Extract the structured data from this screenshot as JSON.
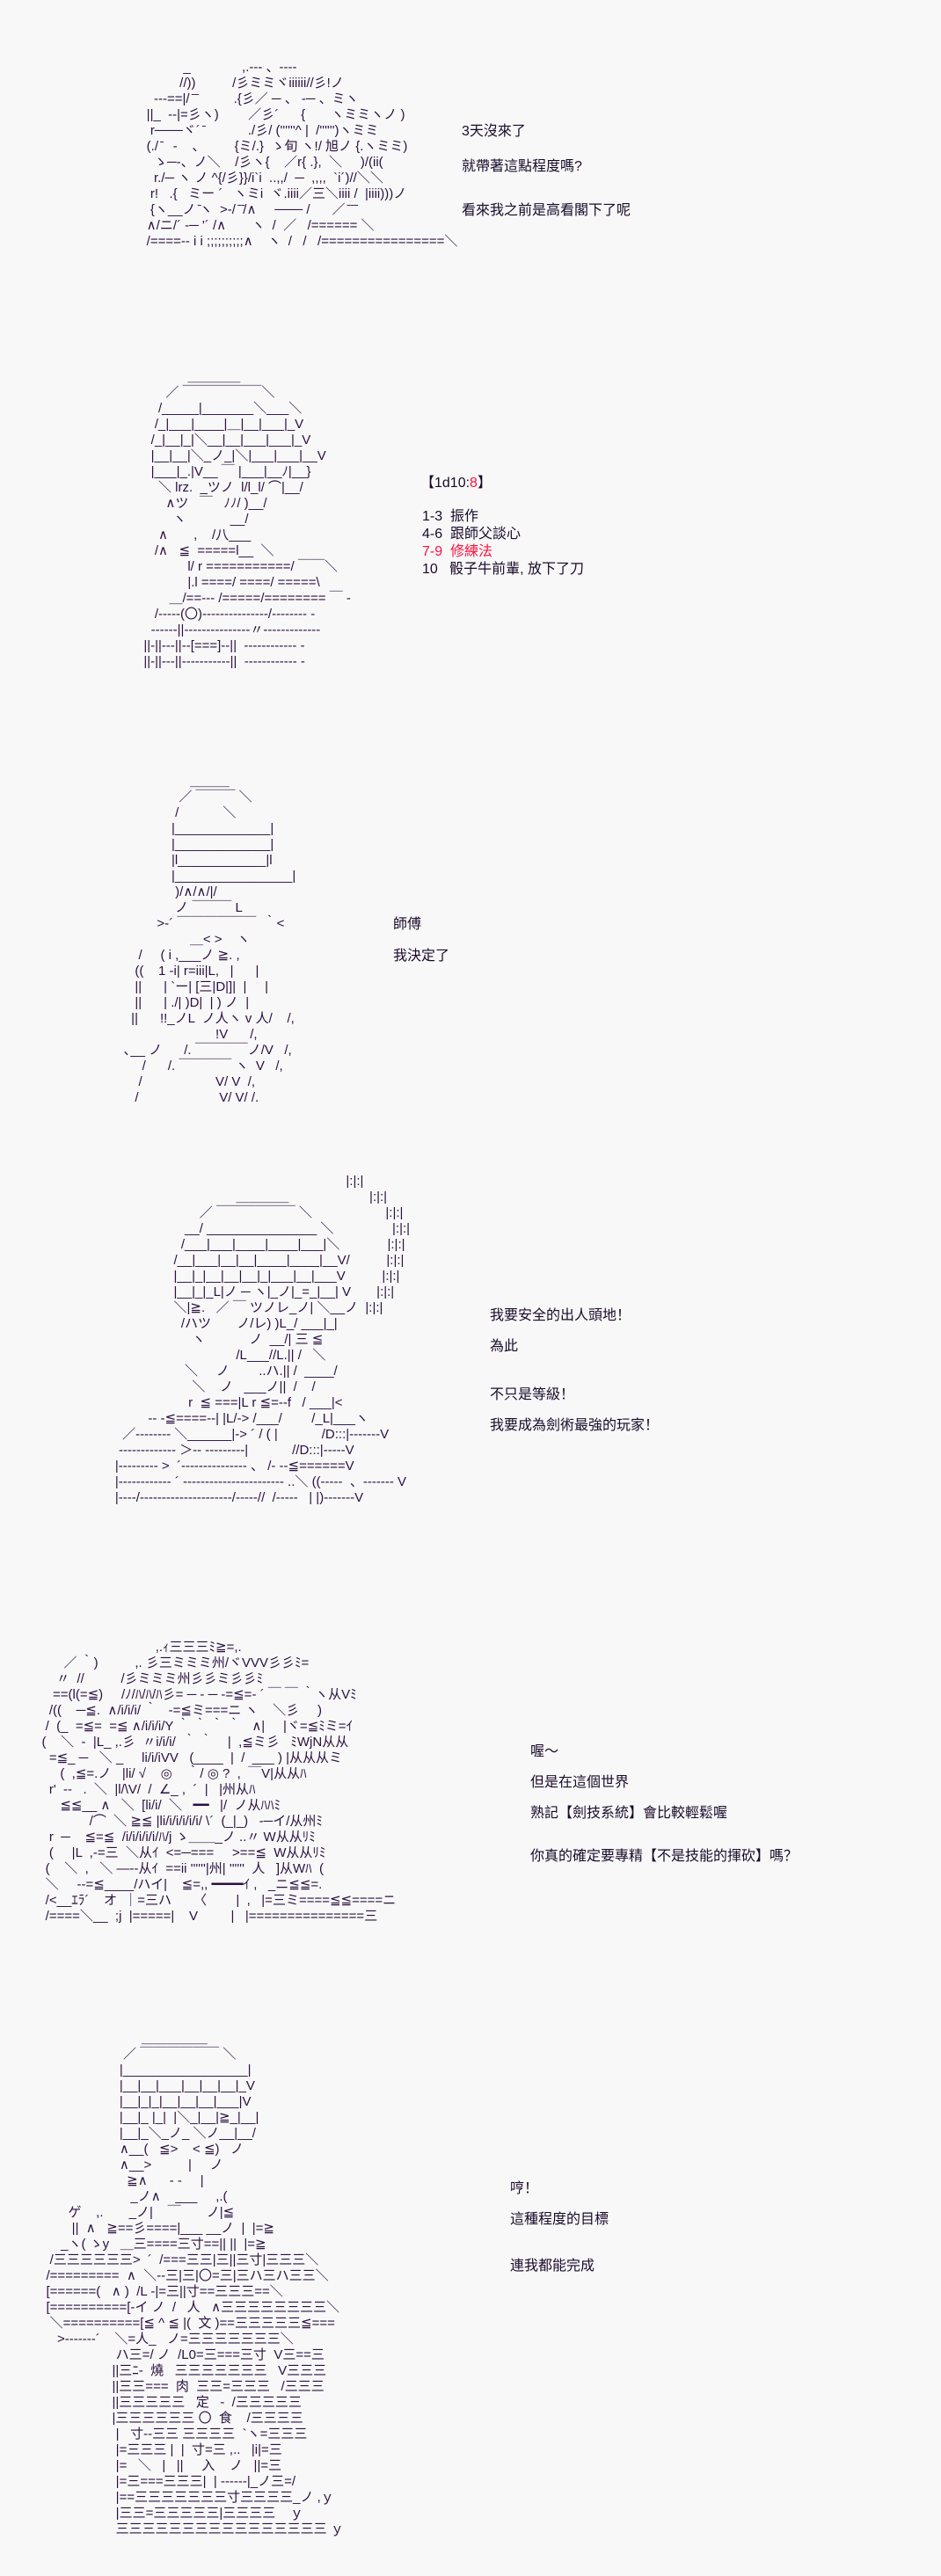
{
  "panels": [
    {
      "art": "              _              ,.--- 、----\n             //))          /彡ミミヾiiiiii//彡!ノ\n      ---==|/ ̄ ̄          .{彡／ ─ 、 -─ 、ミヽ\n    ||_  -‐|=彡ヽ)        ／彡´      {       ヽミミヽノ )\n     r───ヾ´ ̄            ./彡/ (''''''^ |  /'''''')ヽミミ\n    (./ ̄   -    、        {ミ/.}  ゝ旬 ヽ!/ 旭ノ {.ヽミミ)\n      ゝ─-、ノ＼    /彡ヽ{    ／r{ .},  ＼     )/(ii(\n      r./─ ヽ ノ ^{/彡}}/i`i  ..,,/  ─  ,,,,  `i´)//＼＼\n     r!   .{   ミー ´   ヽミi  ヾ.iiii／三＼iiii /  |iiii)))ノ\n     {ヽ__ノ ̄ヽ  >-/ ̄ ̄/∧     ─── /      ／ ̄ ̄ ̄\n    ∧/ニ/´ -─ '´ /∧       ヽ  /  ／   /====== ＼\n    /====-- i i ;;;;;;;;;;∧    ヽ  /   /   /================＼",
      "lines": [
        "3天沒來了",
        "就帶著這點程度嗎?",
        "看來我之前是高看閣下了呢"
      ]
    },
    {
      "art": "                    ＿＿＿＿\n              ／ ￣￣￣￣￣￣＼\n            /_____|_______＼___＼\n           /_|___|____|＿|__|___|_V\n          /_|__|_|＼__|__|___|___|_V\n          |__|__|＼_ノ_|＼|___|___|__V\n          |___|_.|V__ ￣ |___|__ﾉ|__}\n            ＼ lrz.  _ツノ  l/l_l/ ⌒|__/\n              ∧ツ   ￣   ﾉﾉ/ )__/\n                ヽ            __/\n            ∧       ,    /八___\n           /∧   ≦  =====l__  ＼\n                    l/ r ===========/ ￣￣＼\n                    |.l ====/ ====/ =====\\\n               ＿/==--- /=====/======== ￣ -\n           /-----(〇)---------------/-------- -\n          ------||---------------〃-------------\n        ||-||---||--[===]--||  ------------ -\n        ||-||---||-----------||  ------------ -",
      "roll": {
        "prefix": "【1d10:",
        "value": "8",
        "suffix": "】"
      },
      "options": [
        {
          "range": "1-3",
          "text": "振作",
          "highlight": false
        },
        {
          "range": "4-6",
          "text": "跟師父談心",
          "highlight": false
        },
        {
          "range": "7-9",
          "text": "修練法",
          "highlight": true
        },
        {
          "range": "10",
          "text": "骰子牛前輩, 放下了刀",
          "highlight": false
        }
      ]
    },
    {
      "art": "                       ＿＿＿\n                    ／ ￣￣￣ ＼\n                   /            ＼\n                  |_____________|\n                  |_____________|\n                  |l____________|l\n                  |________________|\n                   )/∧/∧/|/\n                   ノ ￣￣￣ L\n              >‐´ ￣￣￣￣￣￣  ｀<\n                       ＿< >    ヽ\n         /     ( i ,___ノ ≧. ,\n        ((    1 -i| r=iii|L,   |      |\n        ||      | `ー| [三|D|]|  |     |\n        ||      | ./| )D|  | ) ノ  |\n       ||      !!_ノL  ノ人ヽ v 人/    /,\n                              !V      /,\n     ､__ ノ      /. ￣￣￣￣ノ/V   /,\n          /      /. ￣￣￣￣ ヽ  V   /,\n         /                    V/ V  /,\n        /                      V/ V/ /.",
      "lines": [
        "師傅",
        "我決定了"
      ]
    },
    {
      "art": "                                                                    |:|:|\n                                      ＿＿＿＿                      |:|:|\n                            ／ ￣￣￣￣￣￣ ＼                    |:|:|\n                        __/ _______________ ＼                |:|:|\n                       /___|___|____|____|___|＼             |:|:|\n                     /__|___|__|__|____|____|__V/          |:|:|\n                     |__|_|__|__|__|_|___|__|___V          |:|:|\n                     |__|_|_L|ノ ─ ヽ|_ノ|_=_|__| V       |:|:|\n                     ＼|≧.   ／ ￣ ツノレ_ノ| ＼__ノ  |:|:|\n                       /ハツ       ノ/レ) )L_/ ___|_|\n                          ヽ            ノ  __/| 三 ≦\n                                      /L___//L.|| /   ＼\n                        ＼     ノ        ..ハ.|| /  ____/\n                          ＼    ノ   ___ノ||  /    /\n                         r  ≦ ===|L r ≦=--f   / ___|<\n              -- -≦====--| |L/-> /___/        /_L|___ヽ\n       ／-------- ＼______|-> ´ / ( |            /D:::|-------V\n      ------------- ＞-- ---------|            //D:::|-----V\n     |--------- >  ´--------------- 、 /- --≦======V\n     |------------ ´ ----------------------- ..＼ ((-----  、------- V\n     |----/---------------------/-----//  /-----   | |)-------V",
      "lines": [
        "我要安全的出人頭地！",
        "為此",
        "不只是等級！",
        "我要成為劍術最強的玩家！"
      ]
    },
    {
      "art": "                                  ,.ｨ三三三ﾐ≧=,.\n         ／ ｀)          ,. 彡三ミミミ州/ヾVVV彡彡ﾐ=\n       〃  //          /彡ミミミ州彡彡ミ彡彡ﾐ\n      ==(l(=≦)     /ﾉ/ﾊ/ﾊ/ﾊ彡= ─ - ─ ‐=≦=- ´ ￣ ￣ ｀ヽ从Vﾐ\n     /((    ─≦.  ∧/i/i/i/ ｀   -=≦ミ===ニ ヽ    ＼彡     )\n    /  (_  =≦=  =≦ ∧/i/i/i/Y ｀ ｀ ｀ ｀   ∧|     |ヾ=≦ﾐミ=ｲ\n   (    ＼  -  |L_ ,.彡  〃i/i/i/  ｀ ｀    |  ,≦ミ彡   ﾐWjN从从\n     =≦_ ─   ＼ _     li/i/iVV   (____  |  /  ___ ) |从从从ミ\n        (  ,≦=.ノ   |li/ √    ◎    ｀/ ◎ ?  ,  ￣V|从从ﾊ\n     r'  ‐‐   .  ＼  |l/\\V/  /  ∠_ ,  ´  |   |州从ﾊ\n        ≦≦__ ∧   ＼  [li/i/  ＼   ━━   |/  ノ从ﾊﾊﾐ\n                /⌒  ＼ ≧≦ |li/i/i/i/i/i/ \\´  (_|_)   -─イ/从州ﾐ\n     r  ─    ≦=≦  /i/i/i/i/i/ﾊ/j ゝ＿＿_ノ ..〃 W从从ﾘﾐ\n     (     |L  ,-=三  ＼从ｲ  <=─===     >==≦  W从从ﾘﾐ\n    (    ＼  ,   ＼ ―‐‐从ｲ  ==ii ''''''|州| ''''''  人   ]从Wﾊ  (\n    ＼     ‐‐=≦____/ハイ|    ≦=,, ━━━━ｲ ,   _ニ≦≦=.\n    /<__ｴﾗ´    オ  ｜=三ハ      〈        |  ,   |=三ミ====≦≦====ニ\n    /====＼__  ;j  |=====|    V         |   |===============三",
      "lines": [
        "喔〜",
        "但是在這個世界",
        "熟記【劍技系統】會比較輕鬆喔",
        "你真的確定要專精【不是技能的揮砍】嗎？"
      ]
    },
    {
      "art": "                             ＿＿＿＿＿\n                        ／ ￣￣￣￣￣￣ ＼\n                       |_________________|\n                       |__|__|___|__|__|__|_V\n                       |__|_|_|__|__|__|___|V\n                       |__|_ |_|  |＼_|__|≧_|__|\n                       |__|_＼_ノ_ ＼ノ__|__/\n                       ∧__(   ≦>    < ≦)   ノ\n                       ∧__>          |     ノ\n                         ≧∧      - -     |\n                          _ノ∧    ___     ,.(\n         ゲ    ,.       _ノ|    ￣       ノ|≦\n          ||  ∧   ≧==彡====|___ __ノ  |  |=≧\n       _ヽ( ゝy   ＿三====三寸==|| ||  |=≧\n    /三三三三三三>  ´  /===三三|三||三寸|三三三＼\n   /=========  ∧  ＼--三|三|〇=三|三ハ三ハ三三＼\n   [======(   ∧ )  /L -|=三||寸==三三三==＼\n   [==========[‐イ ノ  /   人   ∧三三三三三三三三＼\n    ＼==========[≦ ^ ≦ |(  文 )==三三三三三≦===  \n      >-----‐‐´    ＼=人_   ノ=三三三三三三三＼\n                      ハ三=/ ノ  /L0=三===三寸  V三==三\n                     ||三ﾆ‐  燒   三三三三三三三   V三三三\n                     ||三三===  肉  三三=三三三   /三三三\n                     ||三三三三三   定   ‐  /三三三三三\n                     |三三三三三三 〇  食    /三三三三\n                      |   寸‐‐三三 三三三三  `ヽ=三三三\n                      |=三三三 |  |  寸=三 ,..   |i|=三\n                      |=   ＼   |   ||     入    ノ   ||=三\n                      |=三===三三三|  | ‐‐‐‐‐‐|_ノ三=/\n                      |==三三三三三三三寸三三三三_ノ ,ｙ\n                      |三三=三三三三三|三三三三    ｙ\n                      三三三三三三三三三三三三三三三三 ｙ",
      "lines": [
        "哼！",
        "這種程度的目標",
        "連我都能完成"
      ]
    }
  ],
  "colors": {
    "text": "#1a0a2a",
    "highlight": "#ff1040",
    "background": "#f8f8f8"
  }
}
